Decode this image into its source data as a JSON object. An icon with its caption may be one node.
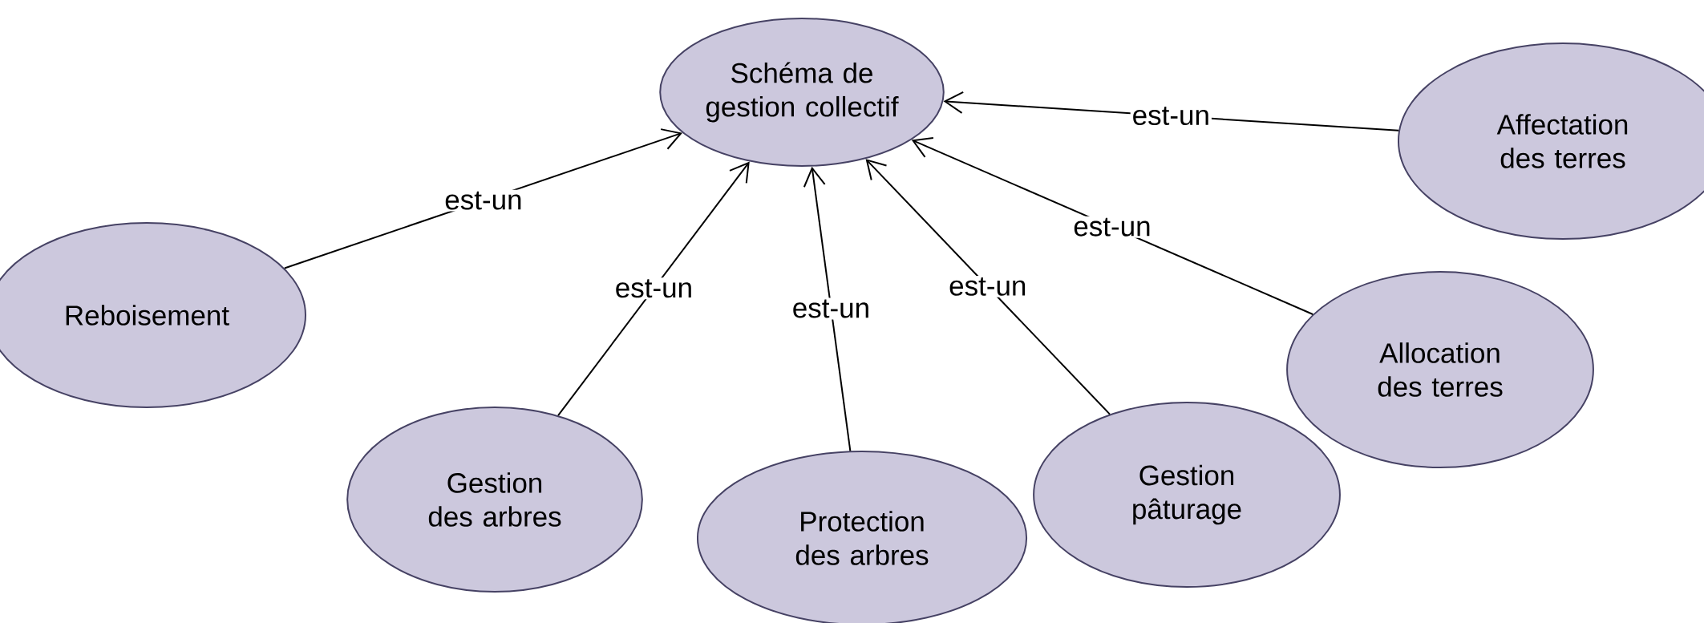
{
  "diagram": {
    "nodes": [
      {
        "text": [
          "Schéma de gestion collectif"
        ]
      },
      {
        "text": [
          "Reboisement"
        ]
      },
      {
        "text": [
          "Gestion des arbres"
        ]
      },
      {
        "text": [
          "Protection des arbres"
        ]
      },
      {
        "text": [
          "Gestion pâturage"
        ]
      },
      {
        "text": [
          "Allocation des terres"
        ]
      },
      {
        "text": [
          "Affectation des terres"
        ]
      }
    ],
    "edges": [
      {
        "from": 1,
        "to": 0,
        "arrow": "to",
        "label": "est-un"
      },
      {
        "from": 2,
        "to": 0,
        "arrow": "to",
        "label": "est-un"
      },
      {
        "from": 3,
        "to": 0,
        "arrow": "to",
        "label": "est-un"
      },
      {
        "from": 4,
        "to": 0,
        "arrow": "to",
        "label": "est-un"
      },
      {
        "from": 5,
        "to": 0,
        "arrow": "to",
        "label": "est-un"
      },
      {
        "from": 6,
        "to": 0,
        "arrow": "to",
        "label": "est-un"
      }
    ]
  }
}
